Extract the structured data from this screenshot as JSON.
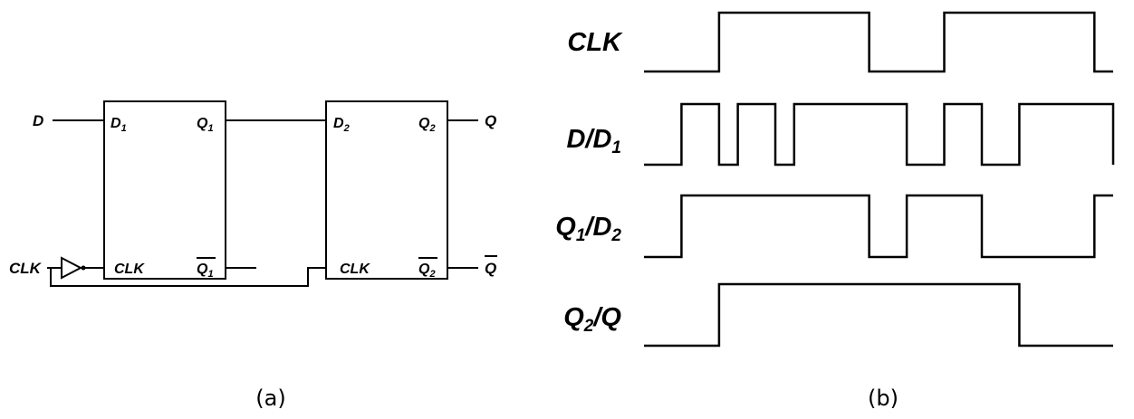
{
  "circuit": {
    "input_d": "D",
    "input_clk": "CLK",
    "output_q": "Q",
    "output_qbar": "Q",
    "ff1": {
      "d": "D",
      "d_sub": "1",
      "q": "Q",
      "q_sub": "1",
      "clk": "CLK",
      "qbar": "Q",
      "qbar_sub": "1"
    },
    "ff2": {
      "d": "D",
      "d_sub": "2",
      "q": "Q",
      "q_sub": "2",
      "clk": "CLK",
      "qbar": "Q",
      "qbar_sub": "2"
    }
  },
  "timing": {
    "signals": [
      {
        "id": "clk",
        "label_main": "CLK",
        "label_sub": "",
        "label_tail": "",
        "initial": 0,
        "transitions": [
          0.16,
          0.48,
          0.64,
          0.96
        ]
      },
      {
        "id": "d",
        "label_main": "D/D",
        "label_sub": "1",
        "label_tail": "",
        "initial": 0,
        "transitions": [
          0.08,
          0.16,
          0.2,
          0.28,
          0.32,
          0.56,
          0.64,
          0.72,
          0.8,
          1.0
        ]
      },
      {
        "id": "q1",
        "label_main": "Q",
        "label_sub": "1",
        "label_tail": "/D",
        "label_sub2": "2",
        "initial": 0,
        "transitions": [
          0.08,
          0.48,
          0.56,
          0.72,
          0.96
        ]
      },
      {
        "id": "q2",
        "label_main": "Q",
        "label_sub": "2",
        "label_tail": "/Q",
        "initial": 0,
        "transitions": [
          0.16,
          0.8
        ]
      }
    ]
  },
  "captions": {
    "a": "(a)",
    "b": "(b)"
  }
}
